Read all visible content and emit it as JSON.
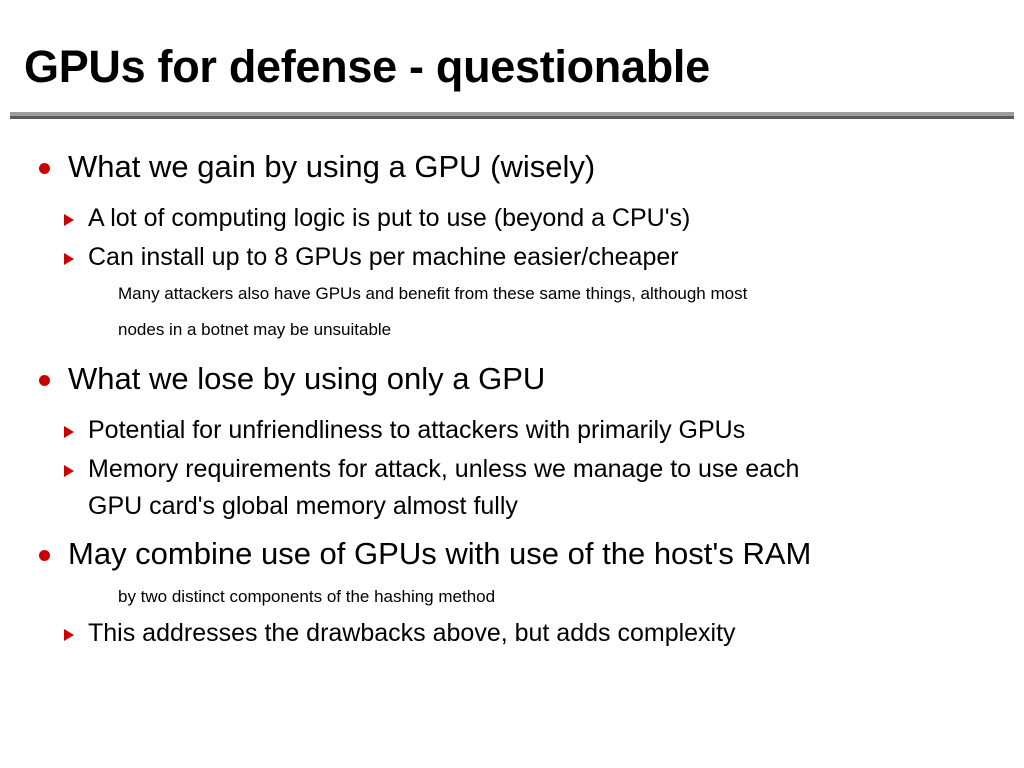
{
  "slide": {
    "title": "GPUs for defense - questionable",
    "accent_color": "#cc0000",
    "rule_color_light": "#9d9d9d",
    "rule_color_dark": "#5a5a5a",
    "text_color": "#000000",
    "background_color": "#ffffff"
  },
  "content": [
    {
      "level": 1,
      "marker": "red-dot-bullet",
      "text": "What we gain by using a GPU (wisely)"
    },
    {
      "level": 2,
      "marker": "red-triangle-bullet",
      "text": "A lot of computing logic is put to use (beyond a CPU's)"
    },
    {
      "level": 2,
      "marker": "red-triangle-bullet",
      "text": "Can install up to 8 GPUs per machine easier/cheaper"
    },
    {
      "level": 3,
      "marker": "none",
      "text": "Many attackers also have GPUs and benefit from these same things, although most"
    },
    {
      "level": 3,
      "marker": "none",
      "text": "nodes in a botnet may be unsuitable"
    },
    {
      "level": 1,
      "marker": "red-dot-bullet",
      "text": "What we lose by using only a GPU"
    },
    {
      "level": 2,
      "marker": "red-triangle-bullet",
      "text": "Potential for unfriendliness to attackers with primarily GPUs"
    },
    {
      "level": 2,
      "marker": "red-triangle-bullet",
      "text": "Memory requirements for attack, unless we manage to use each"
    },
    {
      "level": 2,
      "marker": "none",
      "text": "GPU card's global memory almost fully"
    },
    {
      "level": 1,
      "marker": "red-dot-bullet",
      "text": "May combine use of GPUs with use of the host's RAM"
    },
    {
      "level": 3,
      "marker": "none",
      "text": "by two distinct components of the hashing method"
    },
    {
      "level": 2,
      "marker": "red-triangle-bullet",
      "text": "This addresses the drawbacks above, but adds complexity"
    }
  ]
}
